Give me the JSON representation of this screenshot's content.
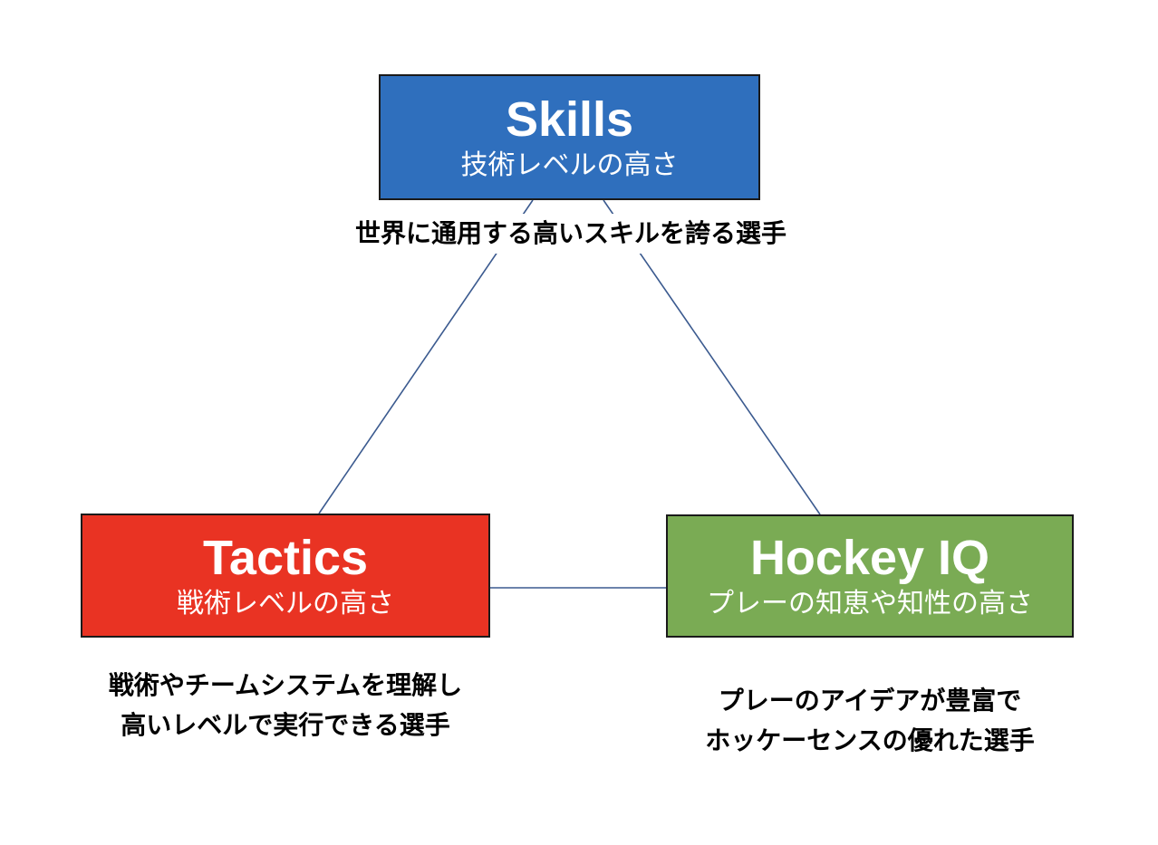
{
  "colors": {
    "skills": "#2f6fbd",
    "tactics": "#e93323",
    "hockey_iq": "#7aab54",
    "connector": "#3b5a8f"
  },
  "nodes": {
    "skills": {
      "title": "Skills",
      "subtitle": "技術レベルの高さ",
      "description": [
        "世界に通用する高いスキルを誇る選手"
      ]
    },
    "tactics": {
      "title": "Tactics",
      "subtitle": "戦術レベルの高さ",
      "description": [
        "戦術やチームシステムを理解し",
        "高いレベルで実行できる選手"
      ]
    },
    "hockey_iq": {
      "title": "Hockey IQ",
      "subtitle": "プレーの知恵や知性の高さ",
      "description": [
        "プレーのアイデアが豊富で",
        "ホッケーセンスの優れた選手"
      ]
    }
  }
}
